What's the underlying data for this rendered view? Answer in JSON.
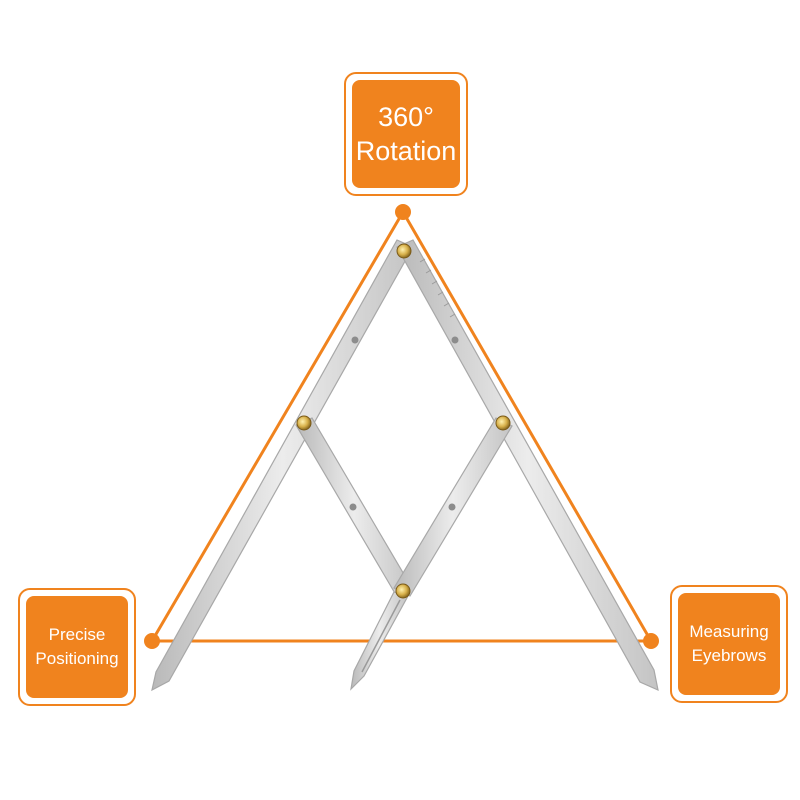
{
  "accent_color": "#f0831e",
  "metal_color": "#dcdcdc",
  "badges": {
    "top": {
      "lines": [
        "360°",
        "Rotation"
      ]
    },
    "left": {
      "lines": [
        "Precise",
        "Positioning"
      ]
    },
    "right": {
      "lines": [
        "Measuring",
        "Eyebrows"
      ]
    }
  }
}
